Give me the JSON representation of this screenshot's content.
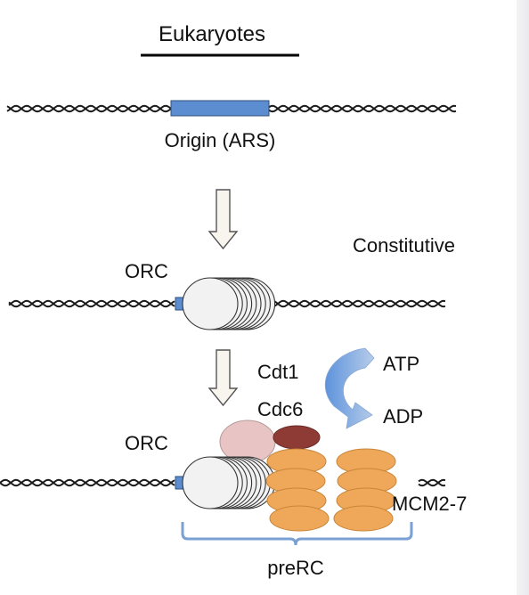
{
  "header": {
    "title": "Eukaryotes"
  },
  "stage1": {
    "origin_label": "Origin (ARS)"
  },
  "stage2": {
    "orc_label": "ORC",
    "state_label": "Constitutive"
  },
  "stage3": {
    "orc_label": "ORC",
    "cdt1_label": "Cdt1",
    "cdc6_label": "Cdc6",
    "atp_label": "ATP",
    "adp_label": "ADP",
    "mcm_label": "MCM2-7",
    "complex_label": "preRC"
  },
  "colors": {
    "origin_blue": "#5b8dd0",
    "orc_fill": "#f2f2f2",
    "cdt1": "#e8c4c4",
    "cdc6": "#8e3b36",
    "mcm": "#efa85a",
    "bracket": "#7aa0d4",
    "transition_arrow": "#7aa7de"
  }
}
